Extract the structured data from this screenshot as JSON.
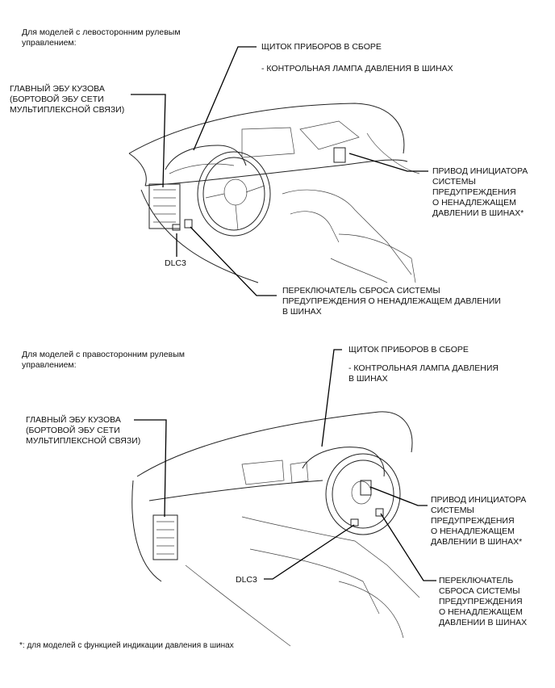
{
  "diagram_lhd": {
    "heading": "Для моделей с левосторонним рулевым\nуправлением:",
    "combination_meter": "ЩИТОК ПРИБОРОВ В СБОРЕ",
    "tpms_lamp": "- КОНТРОЛЬНАЯ ЛАМПА ДАВЛЕНИЯ В ШИНАХ",
    "main_body_ecu": "ГЛАВНЫЙ ЭБУ КУЗОВА\n(БОРТОВОЙ ЭБУ СЕТИ\nМУЛЬТИПЛЕКСНОЙ СВЯЗИ)",
    "initiator_drive": "ПРИВОД ИНИЦИАТОРА\nСИСТЕМЫ\nПРЕДУПРЕЖДЕНИЯ\nО НЕНАДЛЕЖАЩЕМ\nДАВЛЕНИИ В ШИНАХ*",
    "dlc3": "DLC3",
    "reset_switch": "ПЕРЕКЛЮЧАТЕЛЬ СБРОСА СИСТЕМЫ\nПРЕДУПРЕЖДЕНИЯ О НЕНАДЛЕЖАЩЕМ ДАВЛЕНИИ\nВ ШИНАХ"
  },
  "diagram_rhd": {
    "heading": "Для моделей с правосторонним рулевым\nуправлением:",
    "combination_meter": "ЩИТОК ПРИБОРОВ В СБОРЕ",
    "tpms_lamp": "- КОНТРОЛЬНАЯ ЛАМПА ДАВЛЕНИЯ\nВ ШИНАХ",
    "main_body_ecu": "ГЛАВНЫЙ ЭБУ КУЗОВА\n(БОРТОВОЙ ЭБУ СЕТИ\nМУЛЬТИПЛЕКСНОЙ СВЯЗИ)",
    "initiator_drive": "ПРИВОД ИНИЦИАТОРА\nСИСТЕМЫ\nПРЕДУПРЕЖДЕНИЯ\nО НЕНАДЛЕЖАЩЕМ\nДАВЛЕНИИ В ШИНАХ*",
    "dlc3": "DLC3",
    "reset_switch": "ПЕРЕКЛЮЧАТЕЛЬ\nСБРОСА СИСТЕМЫ\nПРЕДУПРЕЖДЕНИЯ\nО НЕНАДЛЕЖАЩЕМ\nДАВЛЕНИИ В ШИНАХ"
  },
  "footnote": "*: для моделей с функцией индикации давления в шинах"
}
